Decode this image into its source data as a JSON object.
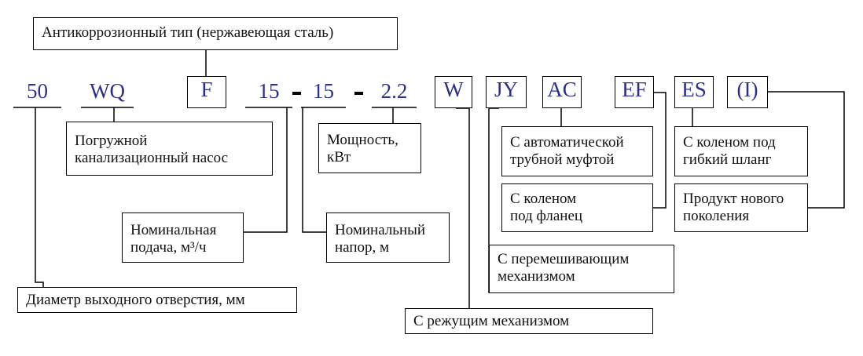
{
  "colors": {
    "code_text": "#2b2f8f",
    "line": "#000000"
  },
  "codes": {
    "c50": "50",
    "wq": "WQ",
    "f": "F",
    "flow": "15",
    "head": "15",
    "power": "2.2",
    "w": "W",
    "jy": "JY",
    "ac": "AC",
    "ef": "EF",
    "es": "ES",
    "i": "(I)"
  },
  "labels": {
    "anticorrosion": "Антикоррозионный тип (нержавеющая сталь)",
    "submersible": "Погружной\nканализационный насос",
    "power": "Мощность,\nкВт",
    "flow": "Номинальная\nподача, м³/ч",
    "head": "Номинальный\nнапор, м",
    "diameter": "Диаметр выходного отверстия, мм",
    "cutter": "С режущим механизмом",
    "mixer": "С перемешивающим\nмеханизмом",
    "auto_coupling": "С автоматической\nтрубной муфтой",
    "flange_elbow": "С коленом\nпод фланец",
    "hose_elbow": "С коленом под\nгибкий шланг",
    "new_generation": "Продукт нового\nпоколения"
  }
}
